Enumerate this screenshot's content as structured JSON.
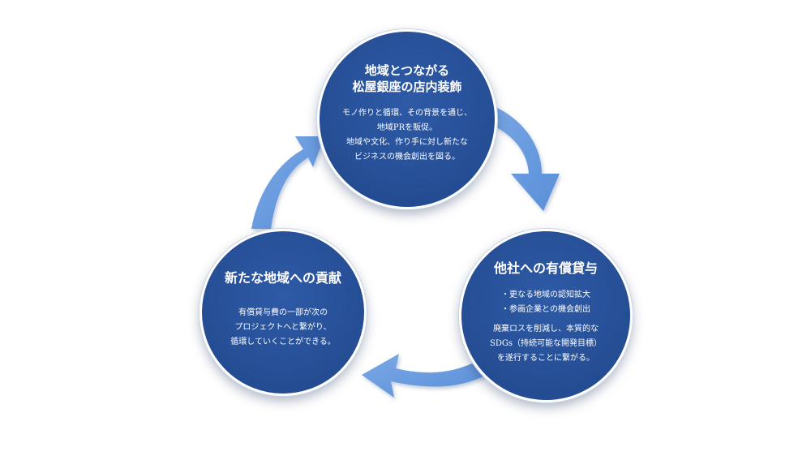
{
  "colors": {
    "arrow": "#6d9ee2",
    "arrow_dark": "#4f83cf",
    "circle": "#264f96",
    "text": "#ffffff"
  },
  "nodes": {
    "top": {
      "title": [
        "地域とつながる",
        "松屋銀座の店内装飾"
      ],
      "body": [
        "モノ作りと循環、その背景を通じ、",
        "地域PRを販促。",
        "地域や文化、作り手に対し新たな",
        "ビジネスの機会創出を図る。"
      ]
    },
    "right": {
      "title": "他社への有償貸与",
      "bullets": [
        "・更なる地域の認知拡大",
        "・参画企業との機会創出"
      ],
      "body": [
        "廃棄ロスを削減し、本質的な",
        "SDGs（持続可能な開発目標）",
        "を遂行することに繋がる。"
      ]
    },
    "left": {
      "title": "新たな地域への貢献",
      "body": [
        "有償貸与費の一部が次の",
        "プロジェクトへと繋がり、",
        "循環していくことができる。"
      ]
    }
  }
}
